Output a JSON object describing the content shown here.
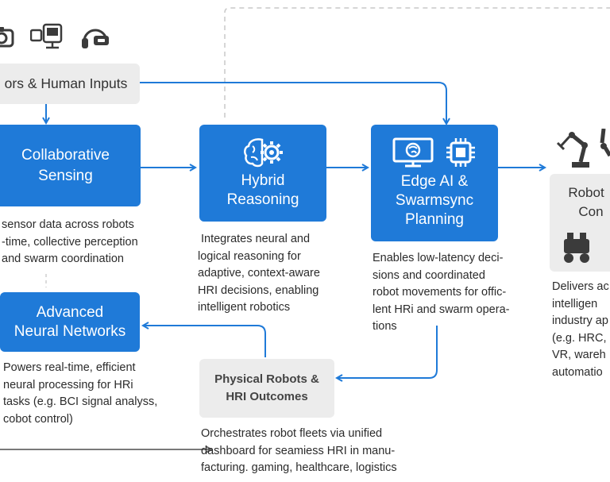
{
  "sensors_box": {
    "label": "ors & Human Inputs"
  },
  "collaborative_sensing": {
    "line1": "Collaborative",
    "line2": "Sensing",
    "desc": [
      "sensor data across robots",
      "-time, collective perception",
      "and swarm coordination"
    ]
  },
  "hybrid_reasoning": {
    "line1": "Hybrid",
    "line2": "Reasoning",
    "desc": [
      "Integrates neural and",
      "logical reasoning for",
      "adaptive, context-aware",
      "HRI decisions, enabling",
      "intelligent robotics"
    ]
  },
  "edge_ai": {
    "line1": "Edge AI &",
    "line2": "Swarmsync",
    "line3": "Planning",
    "desc": [
      "Enables low-latency deci-",
      "sions and coordinated",
      "robot movements for offic-",
      "lent HRi and swarm opera-",
      "tions"
    ]
  },
  "robot_control": {
    "line1": "Robot",
    "line2": "Con",
    "desc": [
      "Delivers ac",
      "intelligen",
      "industry ap",
      "(e.g. HRC,",
      "VR, wareh",
      "automatio"
    ]
  },
  "neural_networks": {
    "line1": "Advanced",
    "line2": "Neural Networks",
    "desc": [
      "Powers real-time, efficient",
      "neural processing for HRi",
      "tasks (e.g. BCI signal analyss,",
      "cobot control)"
    ]
  },
  "physical_robots": {
    "line1": "Physical Robots &",
    "line2": "HRI Outcomes",
    "desc": [
      "Orchestrates robot fleets via unified",
      "dashboard for seamiess HRI in manu-",
      "facturing. gaming, healthcare, logistics"
    ]
  },
  "icons": [
    "camera-icon",
    "computer-icon",
    "headset-icon",
    "brain-gear-icon",
    "monitor-icon",
    "chip-icon",
    "robot-arm-icon",
    "wheeled-robot-icon"
  ],
  "colors": {
    "primary": "#1f7ad8",
    "gray_box": "#ececec",
    "text": "#2b2b2b",
    "dashed": "#c8c8c8"
  }
}
